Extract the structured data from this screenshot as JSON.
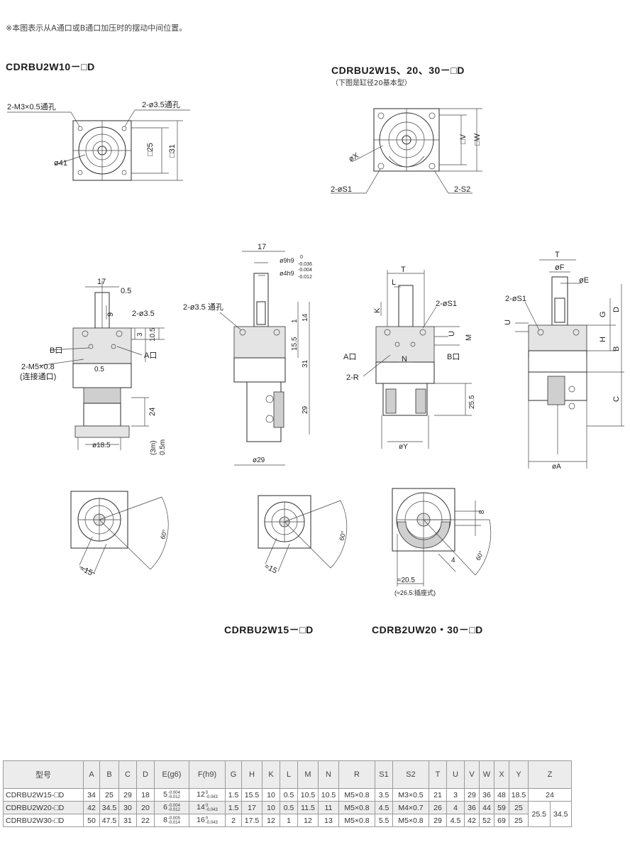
{
  "note": "※本图表示从A通口或B通口加压时的摆动中间位置。",
  "titles": {
    "w10": "CDRBU2W10－□D",
    "w15_30": "CDRBU2W15、20、30－□D",
    "w15_30_sub": "（下图是缸径20基本型）",
    "w15": "CDRBU2W15－□D",
    "w20_30": "CDRB2UW20・30－□D"
  },
  "labels": {
    "w10_hole_m3": "2-M3×0.5通孔",
    "w10_hole_35": "2-ø3.5通孔",
    "w10_dia41": "ø41",
    "w10_sq25": "□25",
    "w10_sq31": "□31",
    "w15_30_x": "øX",
    "w15_30_v": "□V",
    "w15_30_w": "□W",
    "w15_30_s1": "2-øS1",
    "w15_30_s2": "2-S2",
    "s10_17": "17",
    "s10_05": "0.5",
    "s10_9": "9",
    "s10_hole": "2-ø3.5",
    "s10_3": "3",
    "s10_105": "10.5",
    "s10_b": "B口",
    "s10_a": "A口",
    "s10_m5": "2-M5×0.8",
    "s10_m5_sub": "(连接通口)",
    "s10_05b": "0.5",
    "s10_24": "24",
    "s10_3m": "(3m)",
    "s10_05m": "0.5m",
    "s10_185": "ø18.5",
    "s15_17": "17",
    "s15_tol1": "ø9h9",
    "s15_tol1_up": "0",
    "s15_tol1_dn": "-0.036",
    "s15_tol2": "ø4h9",
    "s15_tol2_up": "-0.004",
    "s15_tol2_dn": "-0.012",
    "s15_hole": "2-ø3.5 通孔",
    "s15_1": "1",
    "s15_14": "14",
    "s15_155": "15.5",
    "s15_31": "31",
    "s15_29": "29",
    "s15_29b": "ø29",
    "s20_t": "T",
    "s20_l": "L",
    "s20_k": "K",
    "s20_s1": "2-øS1",
    "s20_u": "U",
    "s20_m": "M",
    "s20_a": "A口",
    "s20_b": "B口",
    "s20_n": "N",
    "s20_r": "2-R",
    "s20_255": "25.5",
    "s20_y": "øY",
    "s30_t": "T",
    "s30_f": "øF",
    "s30_e": "øE",
    "s30_s1": "2-øS1",
    "s30_u": "U",
    "s30_g": "G",
    "s30_d": "D",
    "s30_h": "H",
    "s30_b": "B",
    "s30_c": "C",
    "s30_a": "øA",
    "b10_60": "60°",
    "b10_15": "≈15",
    "b15_60": "60°",
    "b15_15": "≈15",
    "b20_8": "8",
    "b20_4": "4",
    "b20_60": "60°",
    "b20_205": "≈20.5",
    "b20_sub": "(≈26.5:插座式)"
  },
  "table": {
    "headers": [
      "型号",
      "A",
      "B",
      "C",
      "D",
      "E(g6)",
      "F(h9)",
      "G",
      "H",
      "K",
      "L",
      "M",
      "N",
      "R",
      "S1",
      "S2",
      "T",
      "U",
      "V",
      "W",
      "X",
      "Y",
      "Z"
    ],
    "z_merged": [
      "25.5",
      "34.5"
    ],
    "rows": [
      {
        "model": "CDRBU2W15-□D",
        "A": "34",
        "B": "25",
        "C": "29",
        "D": "18",
        "E": "5",
        "E_up": "-0.004",
        "E_dn": "-0.012",
        "F": "12",
        "F_up": "0",
        "F_dn": "-0.043",
        "G": "1.5",
        "H": "15.5",
        "K": "10",
        "L": "0.5",
        "M": "10.5",
        "N": "10.5",
        "R": "M5×0.8",
        "S1": "3.5",
        "S2": "M3×0.5",
        "T": "21",
        "U": "3",
        "V": "29",
        "W": "36",
        "X": "48",
        "Y": "18.5",
        "Z": "24"
      },
      {
        "model": "CDRBU2W20-□D",
        "A": "42",
        "B": "34.5",
        "C": "30",
        "D": "20",
        "E": "6",
        "E_up": "-0.004",
        "E_dn": "-0.012",
        "F": "14",
        "F_up": "0",
        "F_dn": "-0.043",
        "G": "1.5",
        "H": "17",
        "K": "10",
        "L": "0.5",
        "M": "11.5",
        "N": "11",
        "R": "M5×0.8",
        "S1": "4.5",
        "S2": "M4×0.7",
        "T": "26",
        "U": "4",
        "V": "36",
        "W": "44",
        "X": "59",
        "Y": "25"
      },
      {
        "model": "CDRBU2W30-□D",
        "A": "50",
        "B": "47.5",
        "C": "31",
        "D": "22",
        "E": "8",
        "E_up": "-0.005",
        "E_dn": "-0.014",
        "F": "16",
        "F_up": "0",
        "F_dn": "-0.043",
        "G": "2",
        "H": "17.5",
        "K": "12",
        "L": "1",
        "M": "12",
        "N": "13",
        "R": "M5×0.8",
        "S1": "5.5",
        "S2": "M5×0.8",
        "T": "29",
        "U": "4.5",
        "V": "42",
        "W": "52",
        "X": "69",
        "Y": "25"
      }
    ]
  }
}
